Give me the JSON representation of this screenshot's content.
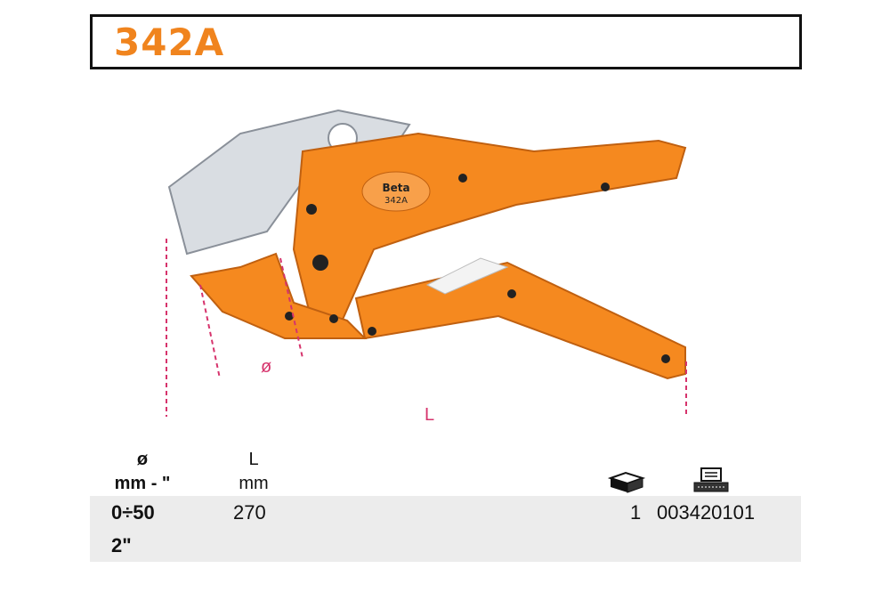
{
  "product": {
    "code": "342A"
  },
  "illustration": {
    "brand_label": "Beta",
    "model_label": "342A",
    "dim_diameter": "ø",
    "dim_length": "L"
  },
  "specs": {
    "diameter": {
      "symbol": "ø",
      "unit": "mm - \"",
      "value_mm": "0÷50",
      "value_in": "2\""
    },
    "length": {
      "symbol": "L",
      "unit": "mm",
      "value": "270"
    },
    "pack_qty": "1",
    "article_code": "003420101",
    "icons": {
      "pack": "pack-box-icon",
      "code": "barcode-terminal-icon"
    }
  },
  "colors": {
    "accent": "#f0841e",
    "tool_orange": "#f5891f",
    "dim_line": "#d6336c"
  }
}
